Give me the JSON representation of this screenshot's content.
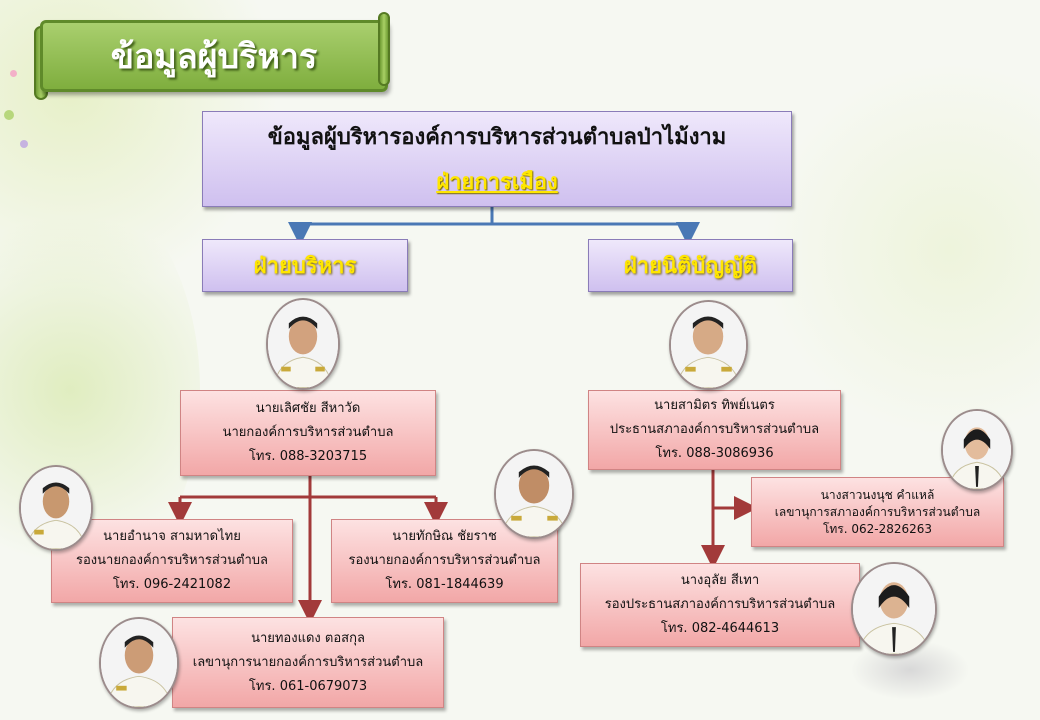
{
  "banner": {
    "title": "ข้อมูลผู้บริหาร"
  },
  "header": {
    "title": "ข้อมูลผู้บริหารองค์การบริหารส่วนตำบลป่าไม้งาม",
    "subtitle": "ฝ่ายการเมือง"
  },
  "branches": {
    "executive": "ฝ่ายบริหาร",
    "legislative": "ฝ่ายนิติบัญญัติ"
  },
  "executive": {
    "mayor": {
      "name": "นายเลิศชัย  สีหาวัด",
      "position": "นายกองค์การบริหารส่วนตำบล",
      "phone": "โทร. 088-3203715"
    },
    "deputy1": {
      "name": "นายอำนาจ  สามหาดไทย",
      "position": "รองนายกองค์การบริหารส่วนตำบล",
      "phone": "โทร. 096-2421082"
    },
    "deputy2": {
      "name": "นายทักษิณ  ชัยราช",
      "position": "รองนายกองค์การบริหารส่วนตำบล",
      "phone": "โทร. 081-1844639"
    },
    "secretary": {
      "name": "นายทองแดง  ตอสกุล",
      "position": "เลขานุการนายกองค์การบริหารส่วนตำบล",
      "phone": "โทร. 061-0679073"
    }
  },
  "legislative": {
    "chair": {
      "name": "นายสามิตร  ทิพย์เนตร",
      "position": "ประธานสภาองค์การบริหารส่วนตำบล",
      "phone": "โทร. 088-3086936"
    },
    "secretary": {
      "name": "นางสาวนงนุช  คำแหล้",
      "position": "เลขานุการสภาองค์การบริหารส่วนตำบล",
      "phone": "โทร. 062-2826263"
    },
    "vice_chair": {
      "name": "นางอุลัย  สีเทา",
      "position": "รองประธานสภาองค์การบริหารส่วนตำบล",
      "phone": "โทร. 082-4644613"
    }
  },
  "colors": {
    "connector_blue": "#4a78b5",
    "connector_red": "#a23a3a",
    "banner_green": "#8dbb4c",
    "box_purple": "#d9cdf3",
    "box_pink": "#f6bcbc",
    "label_yellow": "#ffe600"
  }
}
